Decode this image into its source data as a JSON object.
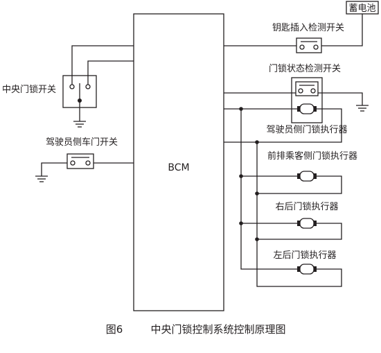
{
  "bcm": {
    "label": "BCM"
  },
  "battery": {
    "label": "蓄电池"
  },
  "labels": {
    "key_switch": "钥匙插入检测开关",
    "lock_status_switch": "门锁状态检测开关",
    "central_switch": "中央门锁开关",
    "driver_door_switch": "驾驶员侧车门开关",
    "driver_actuator": "驾驶员侧门锁执行器",
    "front_passenger_actuator": "前排乘客侧门锁执行器",
    "rear_right_actuator": "右后门锁执行器",
    "rear_left_actuator": "左后门锁执行器"
  },
  "caption": {
    "figure": "图6",
    "title": "中央门锁控制系统控制原理图"
  },
  "colors": {
    "line": "#231f20",
    "background": "#ffffff"
  }
}
